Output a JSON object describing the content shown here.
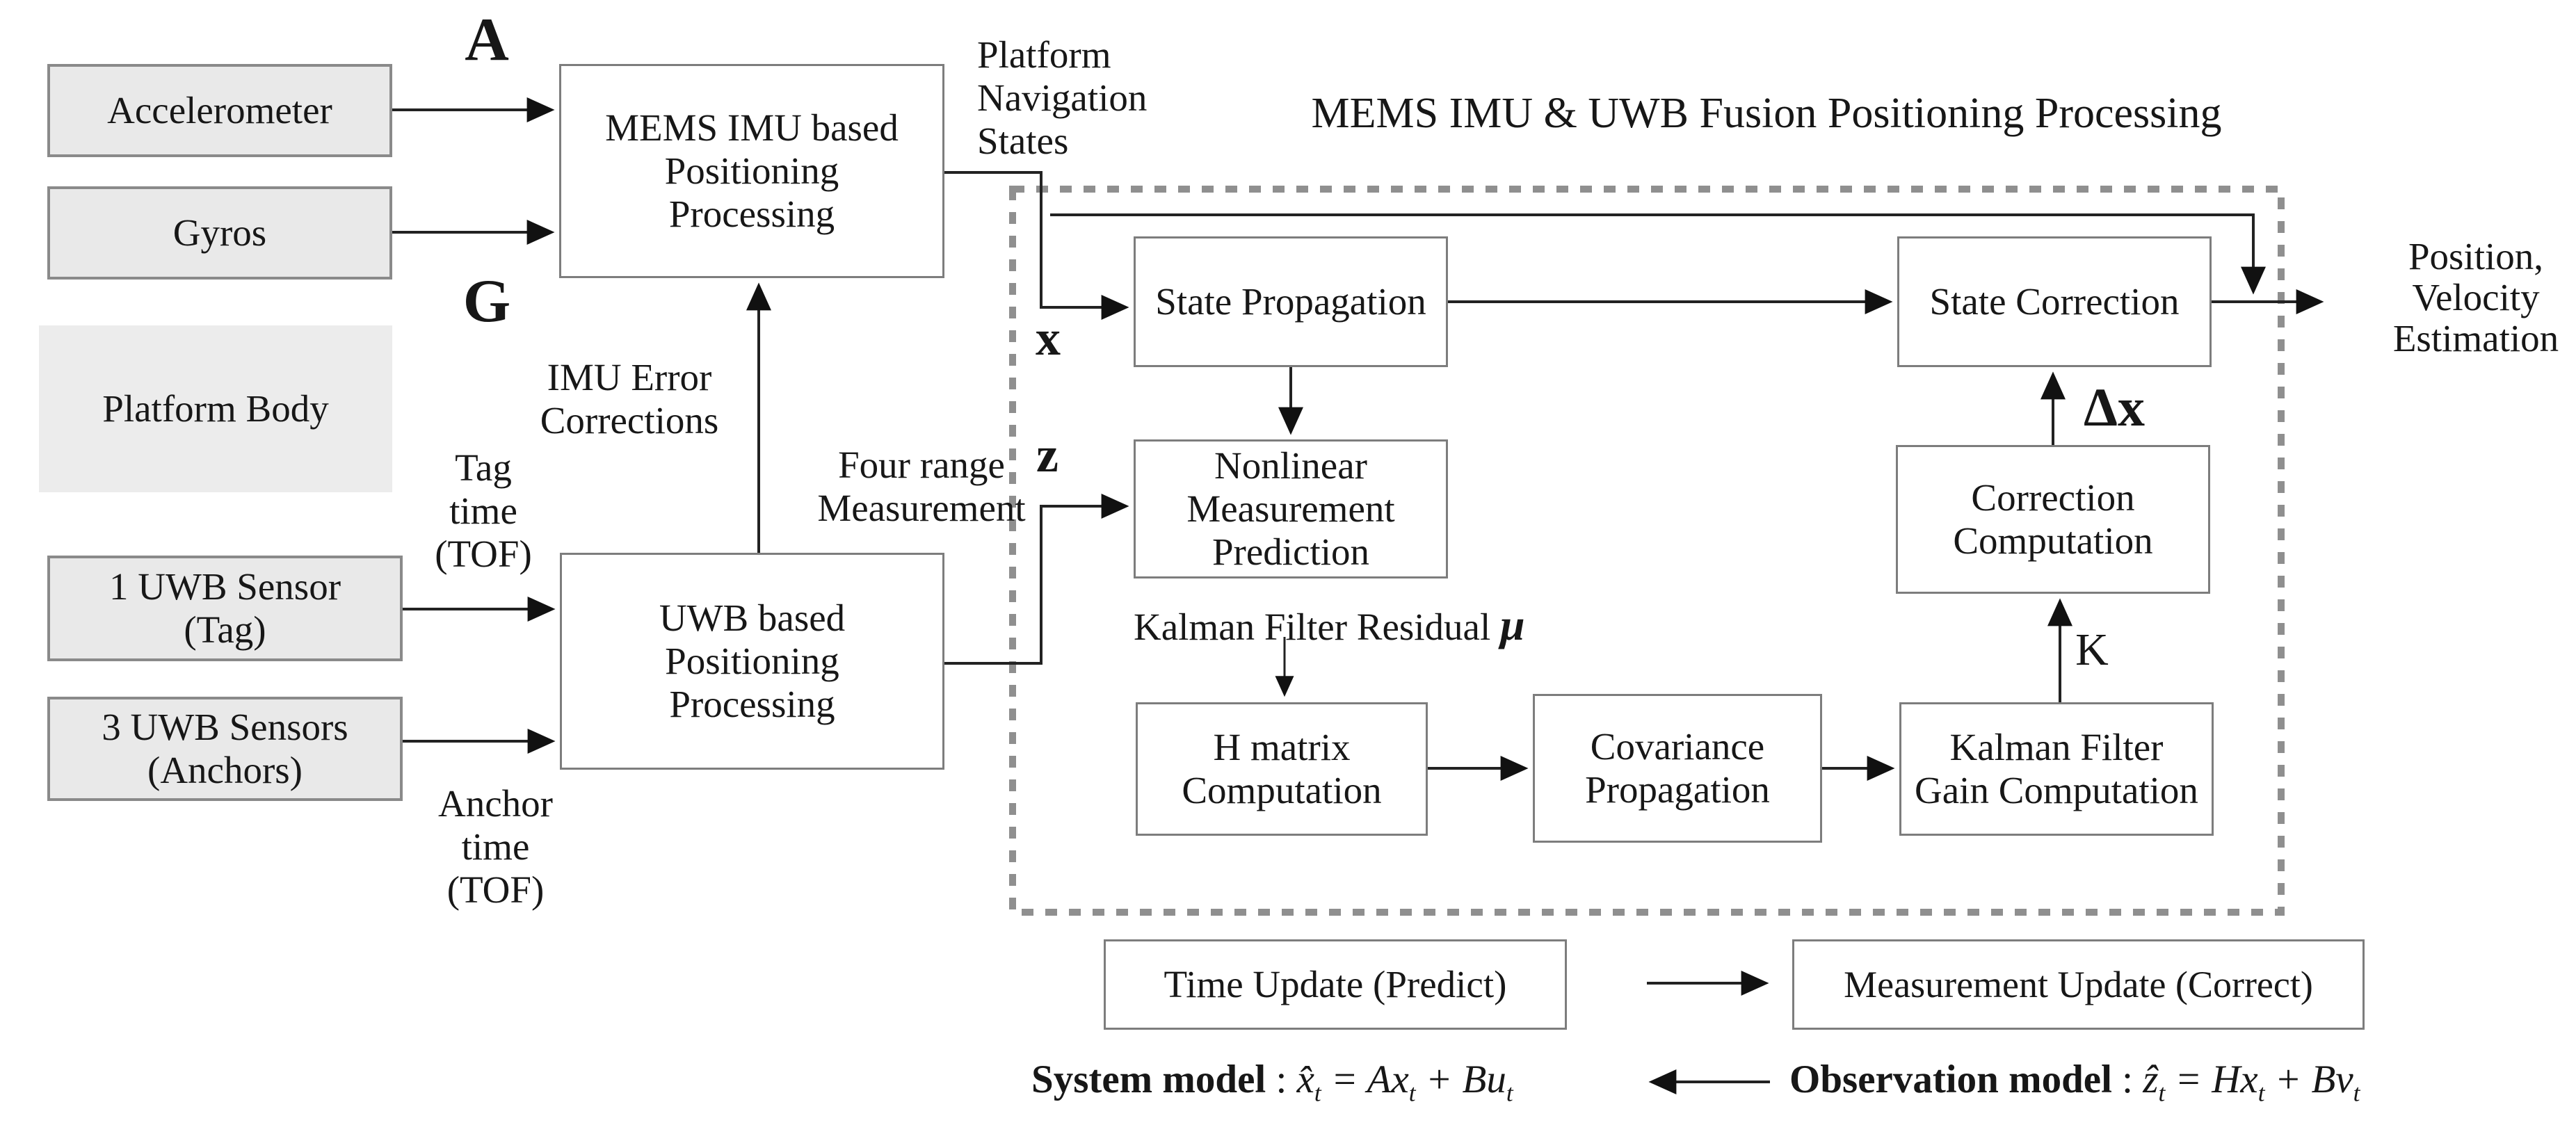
{
  "diagram": {
    "title": "MEMS IMU & UWB Fusion Positioning  Processing",
    "sensors": {
      "accelerometer": "Accelerometer",
      "gyros": "Gyros",
      "platform_body": "Platform  Body",
      "uwb_tag": "1 UWB Sensor\n(Tag)",
      "uwb_anchors": "3 UWB Sensors\n(Anchors)"
    },
    "processors": {
      "mems": "MEMS IMU based\nPositioning\nProcessing",
      "uwb": "UWB based\nPositioning\nProcessing"
    },
    "fusion_blocks": {
      "state_propagation": "State Propagation",
      "state_correction": "State Correction",
      "nonlinear_measurement_prediction": "Nonlinear\nMeasurement\nPrediction",
      "correction_computation": "Correction\nComputation",
      "h_matrix_computation": "H matrix\nComputation",
      "covariance_propagation": "Covariance\nPropagation",
      "kalman_gain_computation": "Kalman  Filter\nGain Computation"
    },
    "signals": {
      "a": "A",
      "g": "G",
      "x": "x",
      "z": "z",
      "delta_x": "Δx",
      "k": "K",
      "mu": "μ"
    },
    "annotations": {
      "platform_nav_states": "Platform\nNavigation\nStates",
      "imu_error_corrections": "IMU Error\nCorrections",
      "tag_time": "Tag\ntime\n(TOF)",
      "anchor_time": "Anchor\ntime\n(TOF)",
      "four_range": "Four range\nMeasurement",
      "kalman_residual": "Kalman  Filter Residual ",
      "output_estimation": "Position,\nVelocity\nEstimation"
    },
    "legend": {
      "predict": "Time Update (Predict)",
      "correct": "Measurement Update (Correct)"
    },
    "formulas": {
      "system": {
        "label": "System model",
        "colon": " : ",
        "m1": "x̂",
        "s1": "t",
        "m2": " = Ax",
        "s2": "t",
        "m3": " + Bu",
        "s3": "t"
      },
      "observation": {
        "label": "Observation model",
        "colon": " : ",
        "m1": "ẑ",
        "s1": "t",
        "m2": " = Hx",
        "s2": "t",
        "m3": " + Bv",
        "s3": "t"
      }
    }
  }
}
